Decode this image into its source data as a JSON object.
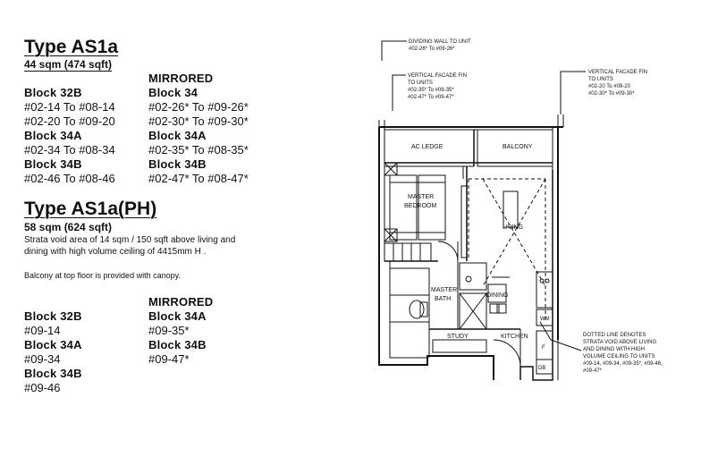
{
  "type_as1a": {
    "title": "Type AS1a",
    "size": "44 sqm (474 sqft)",
    "mirrored_label": "MIRRORED",
    "left": [
      {
        "block": "Block 32B",
        "units": [
          "#02-14 To #08-14",
          "#02-20 To #09-20"
        ]
      },
      {
        "block": "Block 34A",
        "units": [
          "#02-34 To #08-34"
        ]
      },
      {
        "block": "Block 34B",
        "units": [
          "#02-46 To #08-46"
        ]
      }
    ],
    "right": [
      {
        "block": "Block 34",
        "units": [
          "#02-26* To #09-26*",
          "#02-30* To #09-30*"
        ]
      },
      {
        "block": "Block 34A",
        "units": [
          "#02-35* To #08-35*"
        ]
      },
      {
        "block": "Block 34B",
        "units": [
          "#02-47* To #08-47*"
        ]
      }
    ]
  },
  "type_as1a_ph": {
    "title": "Type AS1a(PH)",
    "size": "58 sqm (624 sqft)",
    "note1": "Strata void area of 14 sqm / 150 sqft above living and",
    "note2": "dining with high volume ceiling of 4415mm  H .",
    "note3": "Balcony at top floor is provided with canopy.",
    "mirrored_label": "MIRRORED",
    "left": [
      {
        "block": "Block 32B",
        "unit": "#09-14"
      },
      {
        "block": "Block 34A",
        "unit": "#09-34"
      },
      {
        "block": "Block 34B",
        "unit": "#09-46"
      }
    ],
    "right": [
      {
        "block": "Block 34A",
        "unit": "#09-35*"
      },
      {
        "block": "Block 34B",
        "unit": "#09-47*"
      }
    ]
  },
  "plan": {
    "rooms": {
      "ac_ledge": "AC LEDGE",
      "balcony": "BALCONY",
      "master_bedroom_1": "MASTER",
      "master_bedroom_2": "BEDROOM",
      "living": "LIVING",
      "master_bath_1": "MASTER",
      "master_bath_2": "BATH",
      "dining": "DINING",
      "study": "STUDY",
      "kitchen": "KITCHEN",
      "wm": "WM",
      "f": "F",
      "db": "DB"
    },
    "annotations": {
      "dividing_wall_1": "DIVIDING WALL TO UNIT",
      "dividing_wall_2": "#02-26* To #09-26*",
      "fin_left_1": "VERTICAL FACADE FIN",
      "fin_left_2": "TO UNITS",
      "fin_left_3": "#02-35* To #09-35*",
      "fin_left_4": "#02-47* To #09-47*",
      "fin_right_1": "VERTICAL FACADE FIN",
      "fin_right_2": "TO UNITS",
      "fin_right_3": "#02-20 To #09-20",
      "fin_right_4": "#02-30* To #09-30*",
      "void_1": "DOTTED LINE DENOTES",
      "void_2": "STRATA VOID ABOVE LIVING",
      "void_3": "AND DINING WITH HIGH",
      "void_4": "VOLUME CEILING TO UNITS",
      "void_5": "#09-14, #09-34, #09-35*, #09-46,",
      "void_6": "#09-47*"
    }
  }
}
